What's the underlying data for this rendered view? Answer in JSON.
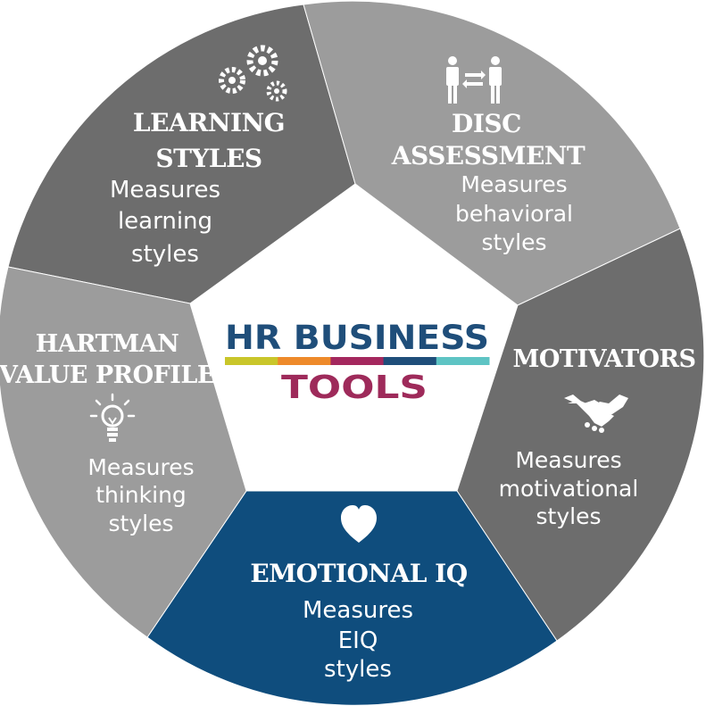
{
  "logo": {
    "line1": "HR BUSINESS",
    "line2": "TOOLS",
    "line1_color": "#1f4e7a",
    "line2_color": "#9e2a5a",
    "stripe_colors": [
      "#c9c62a",
      "#ee8a2a",
      "#a4285e",
      "#1f4e7a",
      "#5ec4c4"
    ]
  },
  "segments": [
    {
      "id": "learning-styles",
      "title": [
        "LEARNING",
        "STYLES"
      ],
      "description": [
        "Measures",
        "learning",
        "styles"
      ],
      "icon": "gears-icon",
      "color": "#6d6d6d"
    },
    {
      "id": "disc-assessment",
      "title": [
        "DISC",
        "ASSESSMENT"
      ],
      "description": [
        "Measures",
        "behavioral",
        "styles"
      ],
      "icon": "people-exchange-icon",
      "color": "#9c9c9c"
    },
    {
      "id": "motivators",
      "title": [
        "MOTIVATORS"
      ],
      "description": [
        "Measures",
        "motivational",
        "styles"
      ],
      "icon": "handshake-icon",
      "color": "#6d6d6d"
    },
    {
      "id": "emotional-iq",
      "title": [
        "EMOTIONAL IQ"
      ],
      "description": [
        "Measures",
        "EIQ",
        "styles"
      ],
      "icon": "heart-icon",
      "color": "#0f4d7d"
    },
    {
      "id": "hartman-value-profile",
      "title": [
        "HARTMAN",
        "VALUE PROFILE"
      ],
      "description": [
        "Measures",
        "thinking",
        "styles"
      ],
      "icon": "lightbulb-icon",
      "color": "#9c9c9c"
    }
  ]
}
